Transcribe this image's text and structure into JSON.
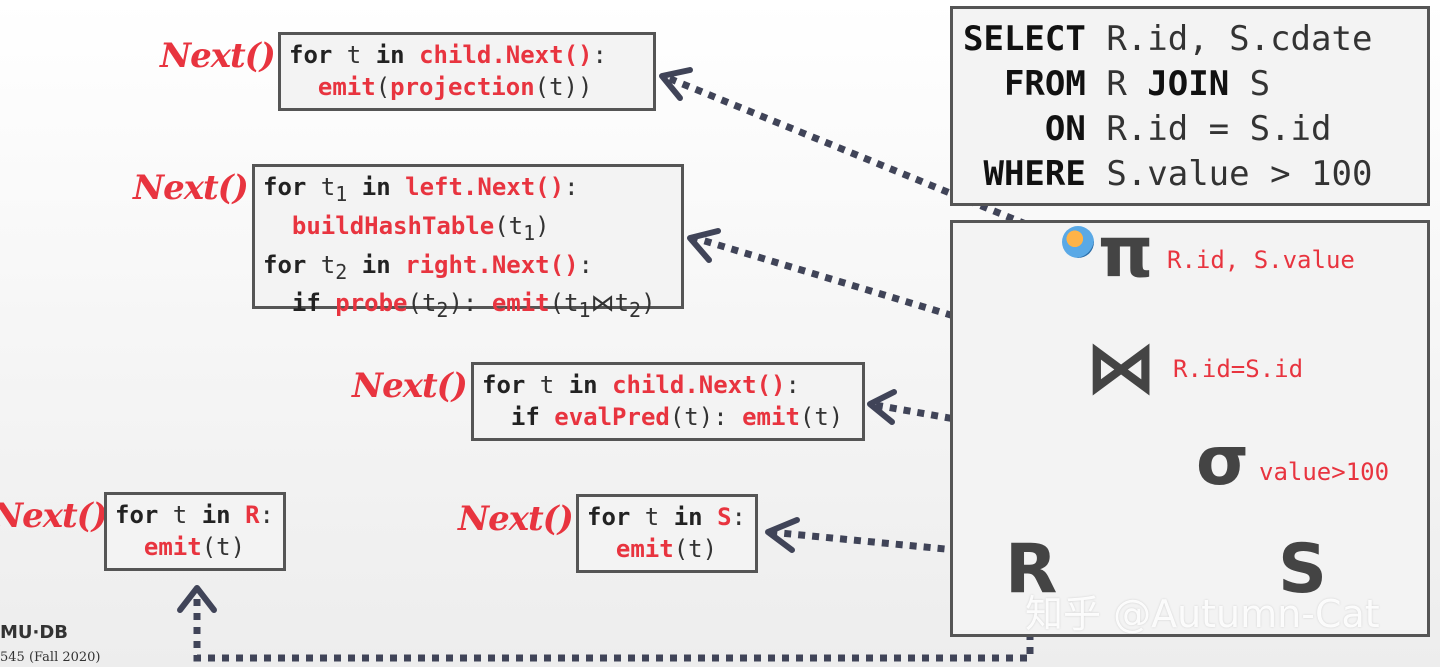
{
  "next_label": "Next()",
  "sql": {
    "select_kw": "SELECT",
    "select_cols": "R.id, S.cdate",
    "from_kw": "FROM",
    "from_r": "R",
    "join_kw": "JOIN",
    "from_s": "S",
    "on_kw": "ON",
    "on_cond": "R.id = S.id",
    "where_kw": "WHERE",
    "where_cond": "S.value > 100"
  },
  "plan": {
    "projection_symbol": "π",
    "projection_note": "R.id, S.value",
    "join_symbol": "⋈",
    "join_note": "R.id=S.id",
    "selection_symbol": "σ",
    "selection_note": "value>100",
    "r_label": "R",
    "s_label": "S"
  },
  "code": {
    "projection": {
      "l1_for": "for",
      "l1_var": " t ",
      "l1_in": "in",
      "l1_fn": " child.Next()",
      "l1_end": ":",
      "l2_fn": "emit",
      "l2_open": "(",
      "l2_fn2": "projection",
      "l2_end": "(t))"
    },
    "join": {
      "l1_for": "for",
      "l1_var": " t",
      "l1_sub": "1",
      "l1_in": " in",
      "l1_fn": " left.Next()",
      "l1_end": ":",
      "l2_fn": "buildHashTable",
      "l2_a": "(t",
      "l2_sub": "1",
      "l2_b": ")",
      "l3_for": "for",
      "l3_var": " t",
      "l3_sub": "2",
      "l3_in": " in",
      "l3_fn": " right.Next()",
      "l3_end": ":",
      "l4_if": "if",
      "l4_fn": " probe",
      "l4_a": "(t",
      "l4_sub": "2",
      "l4_b": "): ",
      "l4_fn2": "emit",
      "l4_c": "(t",
      "l4_sub2": "1",
      "l4_bowtie": "⋈",
      "l4_d": "t",
      "l4_sub3": "2",
      "l4_e": ")"
    },
    "selection": {
      "l1_for": "for",
      "l1_var": " t ",
      "l1_in": "in",
      "l1_fn": " child.Next()",
      "l1_end": ":",
      "l2_if": "if",
      "l2_fn": " evalPred",
      "l2_a": "(t): ",
      "l2_fn2": "emit",
      "l2_b": "(t)"
    },
    "scan_r": {
      "l1_for": "for",
      "l1_var": " t ",
      "l1_in": "in",
      "l1_fn": " R",
      "l1_end": ":",
      "l2_fn": "emit",
      "l2_a": "(t)"
    },
    "scan_s": {
      "l1_for": "for",
      "l1_var": " t ",
      "l1_in": "in",
      "l1_fn": " S",
      "l1_end": ":",
      "l2_fn": "emit",
      "l2_a": "(t)"
    }
  },
  "footer": {
    "logo": "MU·DB",
    "course": "545 (Fall 2020)"
  },
  "watermark": "知乎 @Autumn-Cat",
  "colors": {
    "accent": "#e8343f",
    "dotted": "#404458",
    "box_border": "#555555"
  }
}
